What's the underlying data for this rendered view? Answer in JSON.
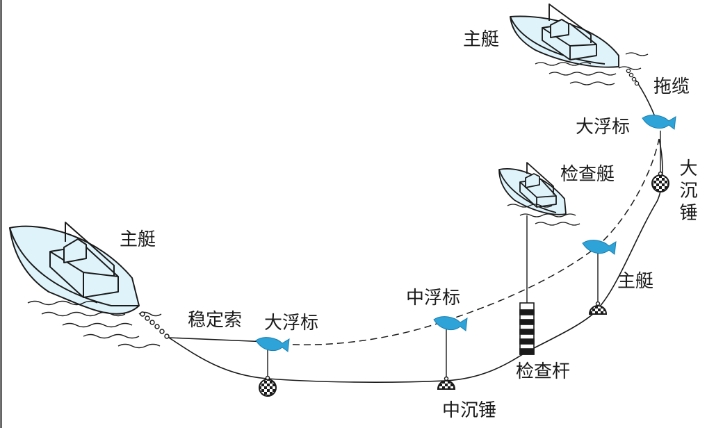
{
  "labels": {
    "main_boat_left": "主艇",
    "main_boat_top": "主艇",
    "main_boat_right_line": "主艇",
    "inspection_boat": "检查艇",
    "stabilizing_rope": "稳定索",
    "big_float_left": "大浮标",
    "big_float_top": "大浮标",
    "middle_float": "中浮标",
    "tow_cable": "拖缆",
    "big_sinker": "大沉锤",
    "middle_sinker": "中沉锤",
    "inspection_rod": "检查杆"
  },
  "colors": {
    "hull_fill": "#dff3fb",
    "stroke": "#1a1a1a",
    "float_fill": "#2ea3d8",
    "background": "#ffffff"
  },
  "icons": {
    "boat": "boat-icon",
    "float": "fish-float-icon",
    "sinker": "checkered-sinker-icon",
    "rod": "striped-rod-icon"
  }
}
